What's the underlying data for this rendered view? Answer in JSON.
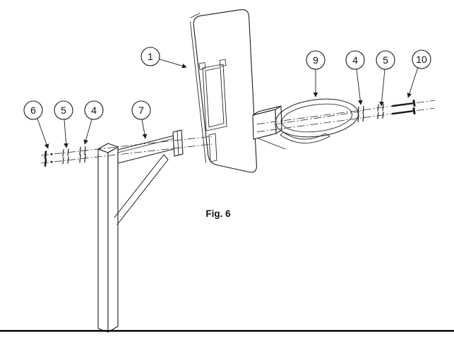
{
  "figure": {
    "caption": "Fig. 6"
  },
  "callouts": [
    {
      "label": "6"
    },
    {
      "label": "5"
    },
    {
      "label": "4"
    },
    {
      "label": "7"
    },
    {
      "label": "1"
    },
    {
      "label": "9"
    },
    {
      "label": "4"
    },
    {
      "label": "5"
    },
    {
      "label": "10"
    }
  ],
  "colors": {
    "line": "#1c1c1c",
    "background": "#ffffff"
  }
}
